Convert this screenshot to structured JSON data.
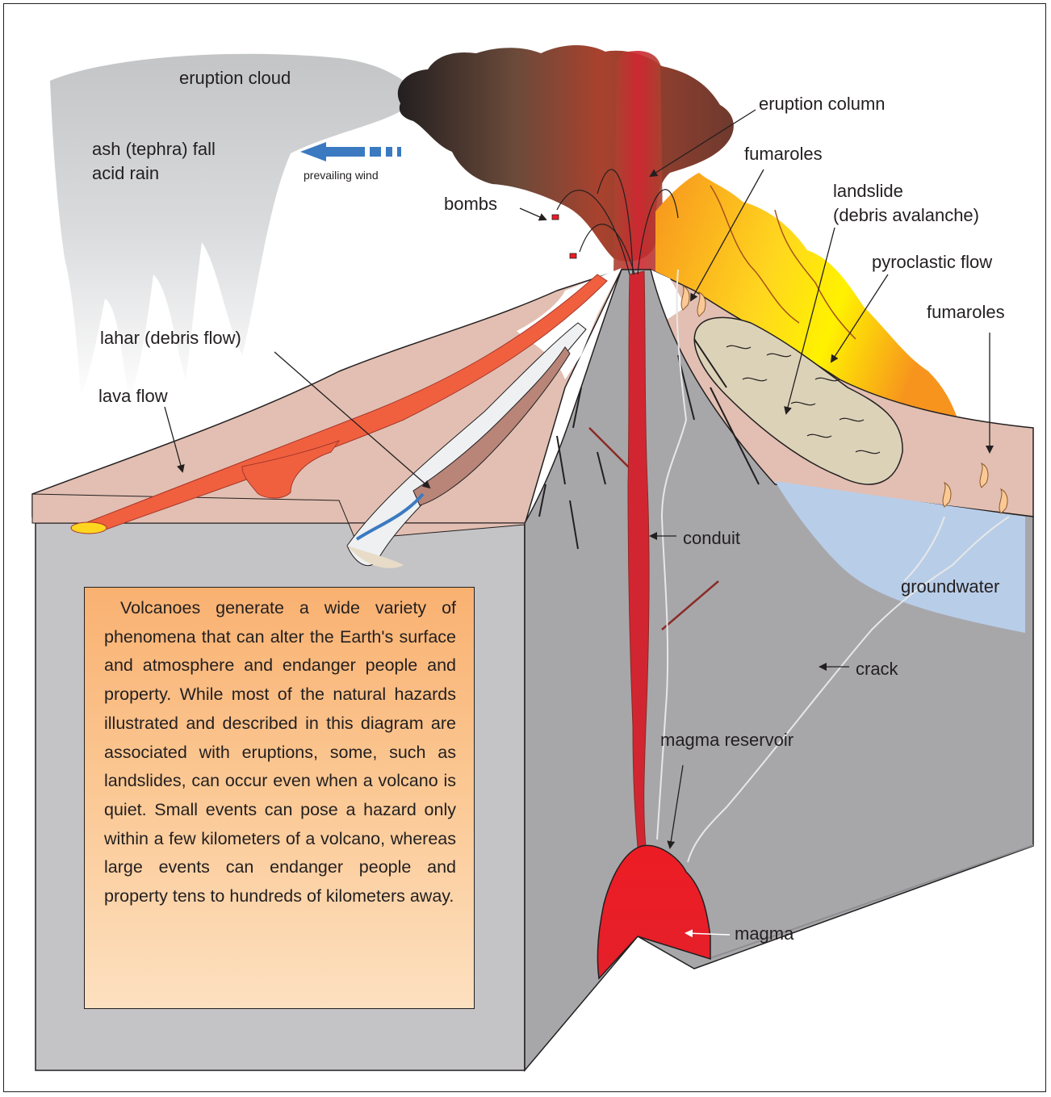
{
  "labels": {
    "eruption_cloud": "eruption cloud",
    "eruption_column": "eruption column",
    "ash_fall": "ash (tephra) fall",
    "acid_rain": "acid rain",
    "prevailing_wind": "prevailing wind",
    "bombs": "bombs",
    "fumaroles_upper": "fumaroles",
    "landslide": "landslide",
    "debris_avalanche": "(debris avalanche)",
    "pyroclastic_flow": "pyroclastic flow",
    "fumaroles_right": "fumaroles",
    "lahar": "lahar (debris flow)",
    "lava_flow": "lava flow",
    "conduit": "conduit",
    "groundwater": "groundwater",
    "crack": "crack",
    "magma_reservoir": "magma reservoir",
    "magma": "magma"
  },
  "description": "Volcanoes generate a wide variety of phenomena that can alter the Earth's surface and atmosphere and endanger people and property. While most of the natural hazards illustrated and described in this diagram are associated with eruptions, some, such as landslides, can occur even when a volcano is quiet. Small events can pose a hazard only within a few kilometers of a volcano, whereas large events can endanger people and property tens to hundreds of kilometers away.",
  "colors": {
    "block_front": "#c4c4c6",
    "block_side": "#a7a7aa",
    "ground_surface": "#e2bfb2",
    "lava": "#f0603f",
    "magma": "#ed1c24",
    "groundwater": "#b8cde8",
    "pyroclastic_flow": "#fbb03b",
    "landslide_deposit": "#dcd2b8",
    "wind_arrow": "#3b7ac1"
  }
}
